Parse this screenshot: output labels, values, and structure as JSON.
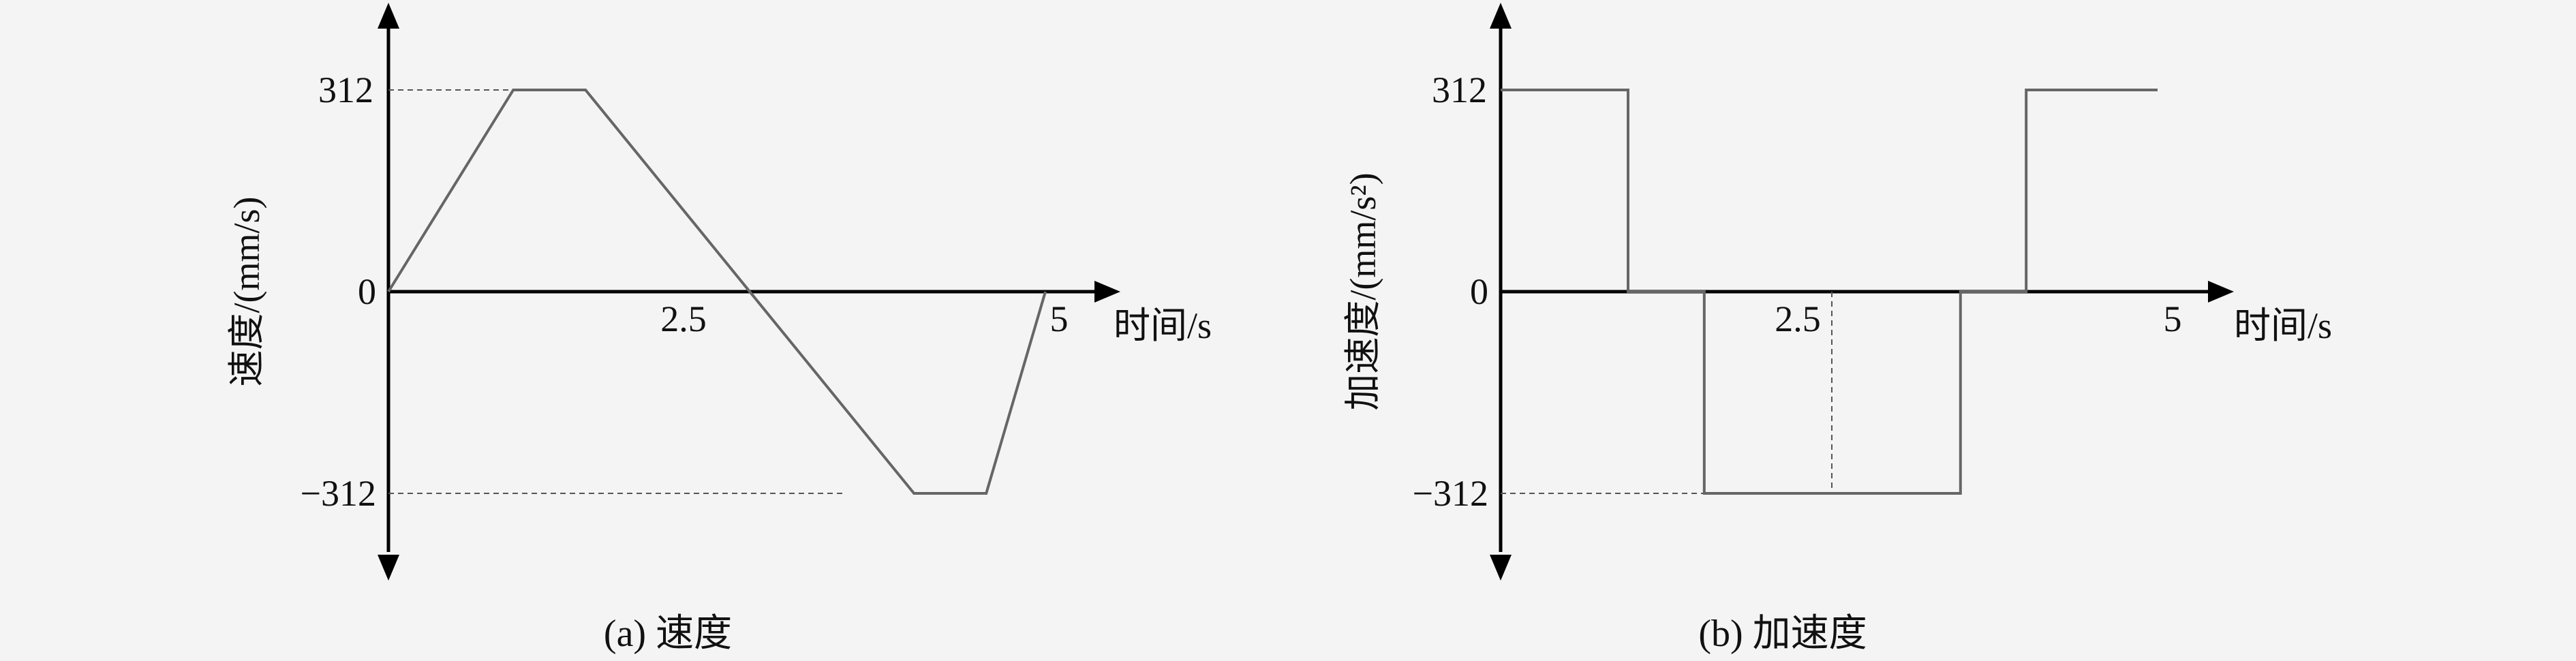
{
  "chart_data": [
    {
      "type": "line",
      "caption": "(a) 速度",
      "ylabel": "速度/(mm/s)",
      "xlabel": "时间/s",
      "x_ticks": [
        "2.5",
        "5"
      ],
      "y_ticks": [
        "312",
        "0",
        "−312"
      ],
      "ylim": [
        -312,
        312
      ],
      "xlim": [
        0,
        5
      ],
      "series": [
        {
          "x": [
            0,
            0.95,
            1.5,
            4.0,
            4.55,
            5.0
          ],
          "y": [
            0,
            312,
            312,
            -312,
            -312,
            0
          ]
        }
      ],
      "grid": false
    },
    {
      "type": "line",
      "caption": "(b) 加速度",
      "ylabel": "加速度/(mm/s²)",
      "xlabel": "时间/s",
      "x_ticks": [
        "2.5",
        "5"
      ],
      "y_ticks": [
        "312",
        "0",
        "−312"
      ],
      "ylim": [
        -312,
        312
      ],
      "xlim": [
        0,
        5
      ],
      "series": [
        {
          "x": [
            0,
            0.97,
            0.97,
            1.55,
            1.55,
            3.5,
            3.5,
            4.0,
            4.0,
            5.0
          ],
          "y": [
            312,
            312,
            0,
            0,
            -312,
            -312,
            0,
            0,
            312,
            312
          ]
        }
      ],
      "grid": false
    }
  ]
}
